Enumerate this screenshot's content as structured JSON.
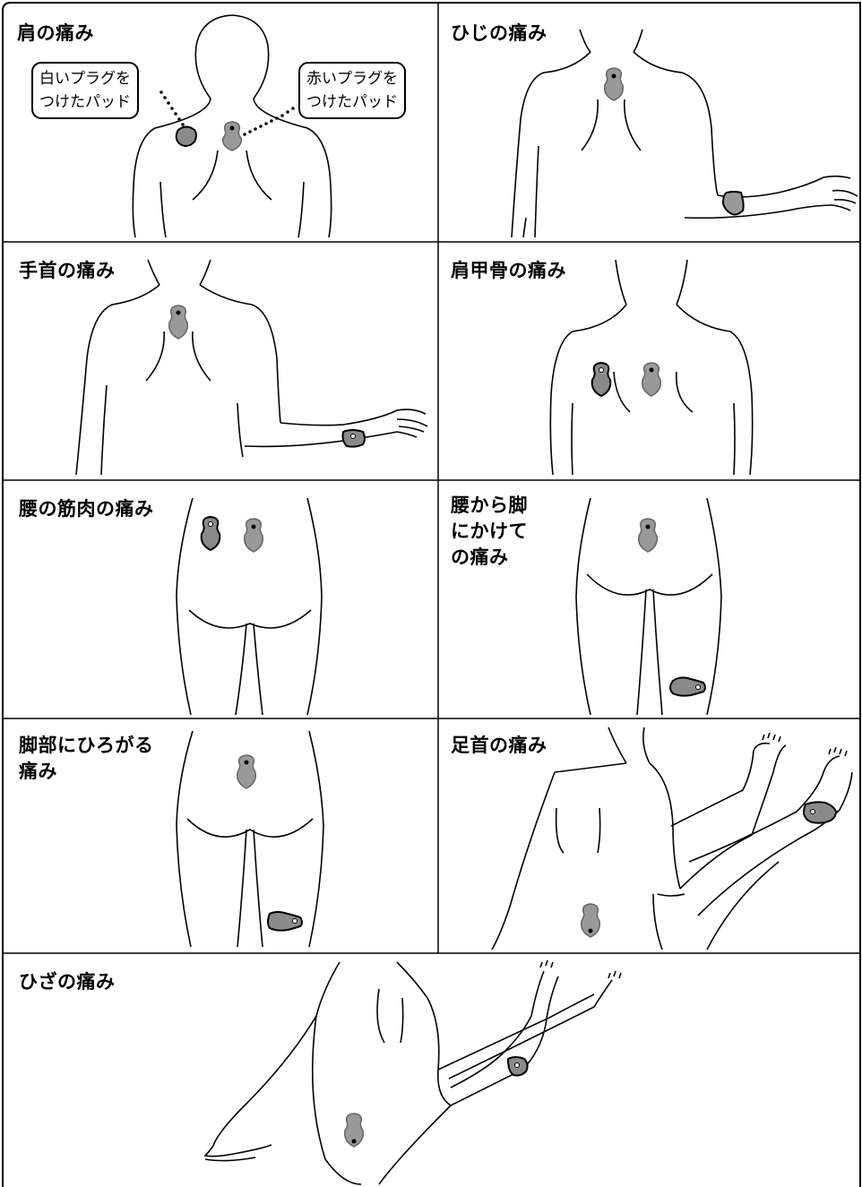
{
  "panels": [
    {
      "title": "肩の痛み"
    },
    {
      "title": "ひじの痛み"
    },
    {
      "title": "手首の痛み"
    },
    {
      "title": "肩甲骨の痛み"
    },
    {
      "title": "腰の筋肉の痛み"
    },
    {
      "title": "腰から脚\nにかけて\nの痛み"
    },
    {
      "title": "脚部にひろがる\n痛み"
    },
    {
      "title": "足首の痛み"
    },
    {
      "title": "ひざの痛み"
    }
  ],
  "callouts": {
    "white_plug": "白いプラグを\nつけたパッド",
    "red_plug": "赤いプラグを\nつけたパッド"
  },
  "colors": {
    "line": "#000000",
    "pad_fill": "#999999",
    "pad_dark_fill": "#8a8a8a",
    "background": "#ffffff"
  }
}
